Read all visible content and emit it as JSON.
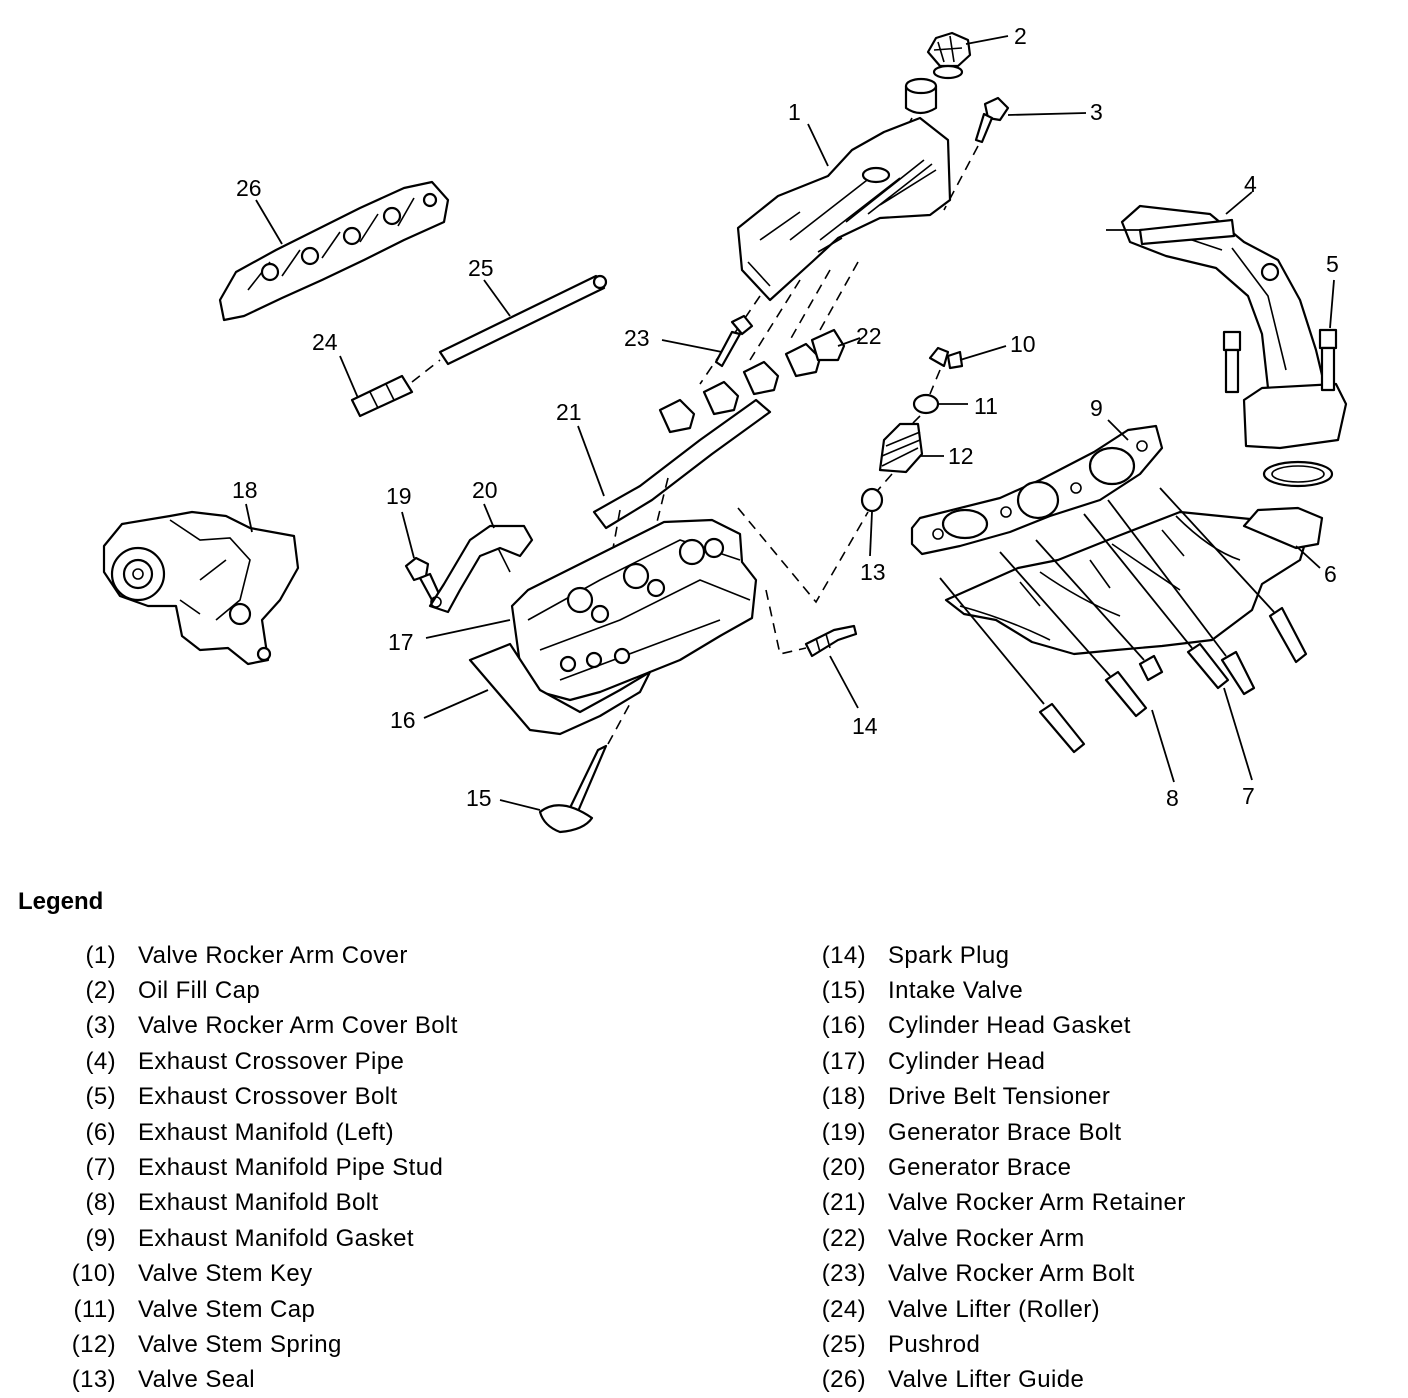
{
  "callouts": [
    "1",
    "2",
    "3",
    "4",
    "5",
    "6",
    "7",
    "8",
    "9",
    "10",
    "11",
    "12",
    "13",
    "14",
    "15",
    "16",
    "17",
    "18",
    "19",
    "20",
    "21",
    "22",
    "23",
    "24",
    "25",
    "26"
  ],
  "legend": {
    "title": "Legend",
    "left": [
      {
        "num": "(1)",
        "label": "Valve Rocker Arm Cover"
      },
      {
        "num": "(2)",
        "label": "Oil Fill Cap"
      },
      {
        "num": "(3)",
        "label": "Valve Rocker Arm Cover Bolt"
      },
      {
        "num": "(4)",
        "label": "Exhaust Crossover Pipe"
      },
      {
        "num": "(5)",
        "label": "Exhaust Crossover Bolt"
      },
      {
        "num": "(6)",
        "label": "Exhaust Manifold (Left)"
      },
      {
        "num": "(7)",
        "label": "Exhaust Manifold Pipe Stud"
      },
      {
        "num": "(8)",
        "label": "Exhaust Manifold Bolt"
      },
      {
        "num": "(9)",
        "label": "Exhaust Manifold Gasket"
      },
      {
        "num": "(10)",
        "label": "Valve Stem Key"
      },
      {
        "num": "(11)",
        "label": "Valve Stem Cap"
      },
      {
        "num": "(12)",
        "label": "Valve Stem Spring"
      },
      {
        "num": "(13)",
        "label": "Valve Seal"
      }
    ],
    "right": [
      {
        "num": "(14)",
        "label": "Spark Plug"
      },
      {
        "num": "(15)",
        "label": "Intake Valve"
      },
      {
        "num": "(16)",
        "label": "Cylinder Head Gasket"
      },
      {
        "num": "(17)",
        "label": "Cylinder Head"
      },
      {
        "num": "(18)",
        "label": "Drive Belt Tensioner"
      },
      {
        "num": "(19)",
        "label": "Generator Brace Bolt"
      },
      {
        "num": "(20)",
        "label": "Generator Brace"
      },
      {
        "num": "(21)",
        "label": "Valve Rocker Arm Retainer"
      },
      {
        "num": "(22)",
        "label": "Valve Rocker Arm"
      },
      {
        "num": "(23)",
        "label": "Valve Rocker Arm Bolt"
      },
      {
        "num": "(24)",
        "label": "Valve Lifter (Roller)"
      },
      {
        "num": "(25)",
        "label": "Pushrod"
      },
      {
        "num": "(26)",
        "label": "Valve Lifter Guide"
      }
    ]
  }
}
